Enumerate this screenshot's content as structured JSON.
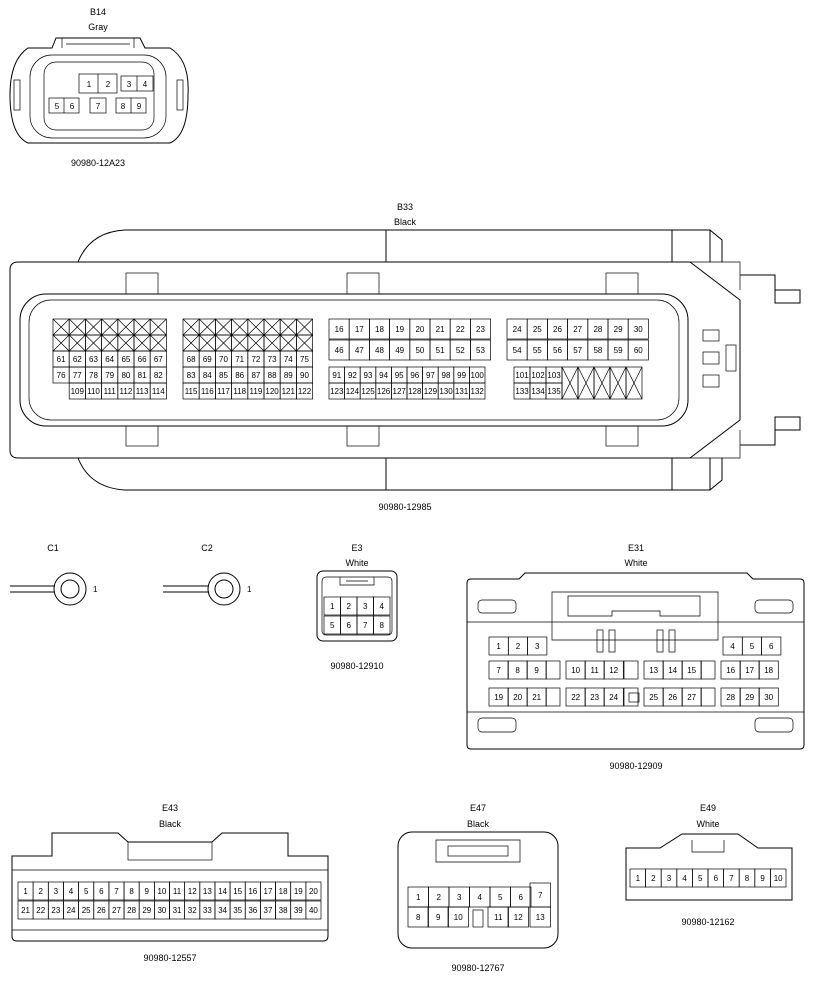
{
  "connectors": {
    "b14": {
      "id": "B14",
      "color": "Gray",
      "part": "90980-12A23",
      "pins": [
        "1",
        "2",
        "3",
        "4",
        "5",
        "6",
        "7",
        "8",
        "9"
      ]
    },
    "b33": {
      "id": "B33",
      "color": "Black",
      "part": "90980-12985",
      "b1_row_a": [
        "61",
        "62",
        "63",
        "64",
        "65",
        "66",
        "67"
      ],
      "b1_row_b": [
        "76",
        "77",
        "78",
        "79",
        "80",
        "81",
        "82"
      ],
      "b1_row_c": [
        "109",
        "110",
        "111",
        "112",
        "113",
        "114"
      ],
      "b2_row_a": [
        "68",
        "69",
        "70",
        "71",
        "72",
        "73",
        "74",
        "75"
      ],
      "b2_row_b": [
        "83",
        "84",
        "85",
        "86",
        "87",
        "88",
        "89",
        "90"
      ],
      "b2_row_c": [
        "115",
        "116",
        "117",
        "118",
        "119",
        "120",
        "121",
        "122"
      ],
      "b3_row_1": [
        "16",
        "17",
        "18",
        "19",
        "20",
        "21",
        "22",
        "23"
      ],
      "b3_row_2": [
        "46",
        "47",
        "48",
        "49",
        "50",
        "51",
        "52",
        "53"
      ],
      "b3_row_3": [
        "91",
        "92",
        "93",
        "94",
        "95",
        "96",
        "97",
        "98",
        "99",
        "100"
      ],
      "b3_row_4": [
        "123",
        "124",
        "125",
        "126",
        "127",
        "128",
        "129",
        "130",
        "131",
        "132"
      ],
      "b4_row_1": [
        "24",
        "25",
        "26",
        "27",
        "28",
        "29",
        "30"
      ],
      "b4_row_2": [
        "54",
        "55",
        "56",
        "57",
        "58",
        "59",
        "60"
      ],
      "b4_row_3": [
        "101",
        "102",
        "103"
      ],
      "b4_row_4": [
        "133",
        "134",
        "135"
      ]
    },
    "c1": {
      "id": "C1",
      "pin": "1"
    },
    "c2": {
      "id": "C2",
      "pin": "1"
    },
    "e3": {
      "id": "E3",
      "color": "White",
      "part": "90980-12910",
      "row1": [
        "1",
        "2",
        "3",
        "4"
      ],
      "row2": [
        "5",
        "6",
        "7",
        "8"
      ]
    },
    "e31": {
      "id": "E31",
      "color": "White",
      "part": "90980-12909",
      "row1": [
        "1",
        "2",
        "3",
        "4",
        "5",
        "6"
      ],
      "row2": [
        "7",
        "8",
        "9",
        "10",
        "11",
        "12",
        "13",
        "14",
        "15",
        "16",
        "17",
        "18"
      ],
      "row3": [
        "19",
        "20",
        "21",
        "22",
        "23",
        "24",
        "25",
        "26",
        "27",
        "28",
        "29",
        "30"
      ]
    },
    "e43": {
      "id": "E43",
      "color": "Black",
      "part": "90980-12557",
      "row1": [
        "1",
        "2",
        "3",
        "4",
        "5",
        "6",
        "7",
        "8",
        "9",
        "10",
        "11",
        "12",
        "13",
        "14",
        "15",
        "16",
        "17",
        "18",
        "19",
        "20"
      ],
      "row2": [
        "21",
        "22",
        "23",
        "24",
        "25",
        "26",
        "27",
        "28",
        "29",
        "30",
        "31",
        "32",
        "33",
        "34",
        "35",
        "36",
        "37",
        "38",
        "39",
        "40"
      ]
    },
    "e47": {
      "id": "E47",
      "color": "Black",
      "part": "90980-12767",
      "row1": [
        "1",
        "2",
        "3",
        "4",
        "5",
        "6",
        "7"
      ],
      "row2": [
        "8",
        "9",
        "10",
        "11",
        "12",
        "13"
      ]
    },
    "e49": {
      "id": "E49",
      "color": "White",
      "part": "90980-12162",
      "pins": [
        "1",
        "2",
        "3",
        "4",
        "5",
        "6",
        "7",
        "8",
        "9",
        "10"
      ]
    }
  }
}
